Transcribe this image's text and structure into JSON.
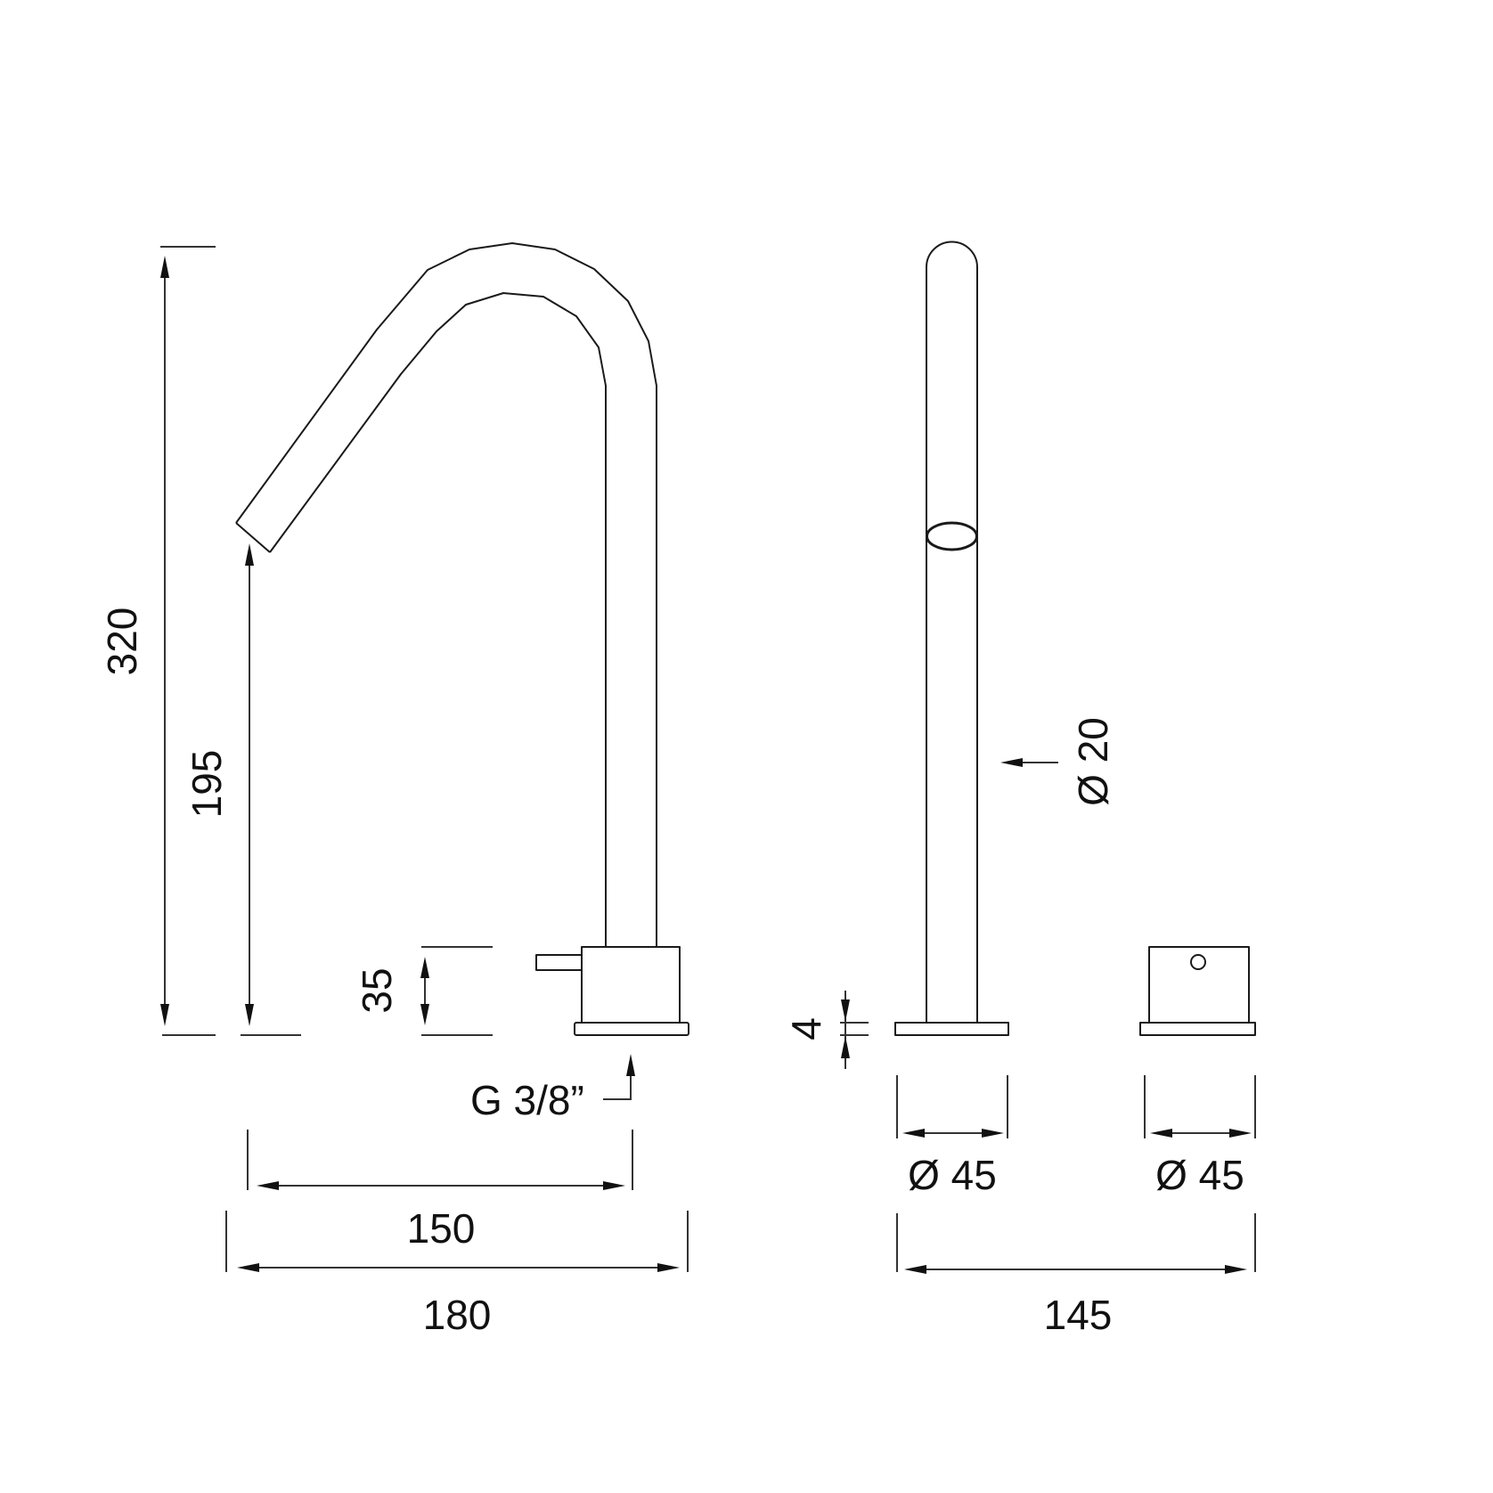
{
  "drawing": {
    "title": "Deck-mounted basin mixer - technical dimensions",
    "units": "mm",
    "colors": {
      "line": "#1a1a1a",
      "dimension": "#333333",
      "background": "#ffffff"
    },
    "side_view": {
      "dimensions": {
        "total_height": "320",
        "spout_height": "195",
        "body_height": "35",
        "connection": "G 3/8”",
        "spout_reach": "150",
        "total_depth": "180"
      }
    },
    "front_view": {
      "dimensions": {
        "tube_diameter": "Ø 20",
        "plate_thickness": "4",
        "spout_base_diameter": "Ø 45",
        "mixer_base_diameter": "Ø 45",
        "center_distance": "145"
      }
    }
  }
}
